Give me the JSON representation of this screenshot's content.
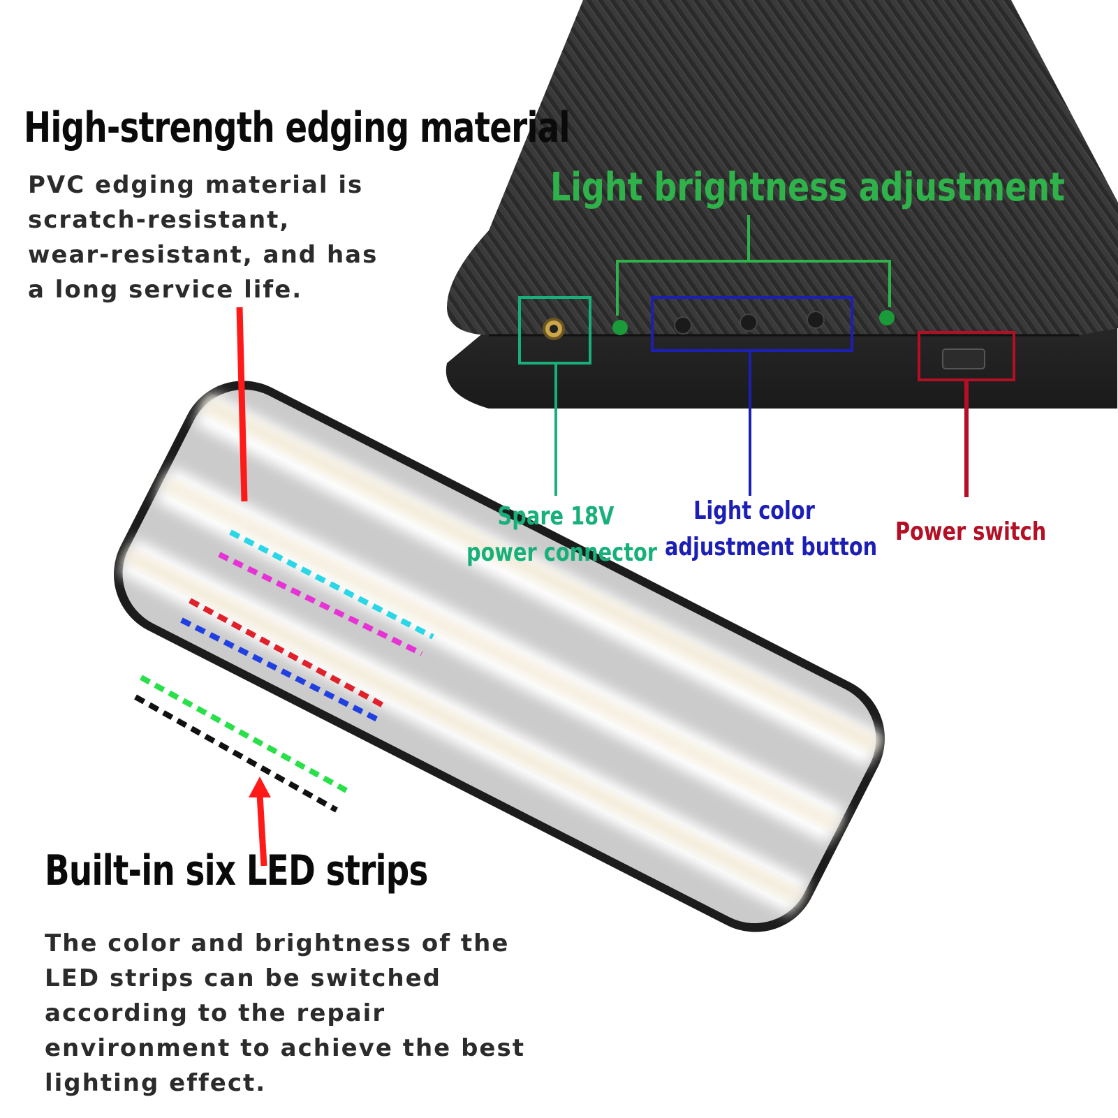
{
  "colors": {
    "brightness": "#2fb24a",
    "connector": "#17b07a",
    "color_button": "#1d1fb4",
    "power": "#b40f24",
    "pointer": "#ff1a1a",
    "heading": "#0a0a0a",
    "body": "#2b2b2b"
  },
  "edging": {
    "title": "High-strength edging material",
    "lines": [
      "PVC edging material is",
      "scratch-resistant,",
      "wear-resistant, and has",
      "a long service life."
    ]
  },
  "led": {
    "title": "Built-in six LED strips",
    "lines": [
      "The color and brightness of the",
      "LED strips can be switched",
      "according to the repair",
      "environment to achieve the best",
      "lighting effect."
    ],
    "strip_colors": [
      "#2bd6e6",
      "#e633d6",
      "#e0202a",
      "#1f3fe0",
      "#29e04a",
      "#111111"
    ]
  },
  "callouts": {
    "brightness": "Light brightness adjustment",
    "connector": [
      "Spare 18V",
      "power connector"
    ],
    "color_button": [
      "Light color",
      "adjustment button"
    ],
    "power": "Power switch"
  }
}
